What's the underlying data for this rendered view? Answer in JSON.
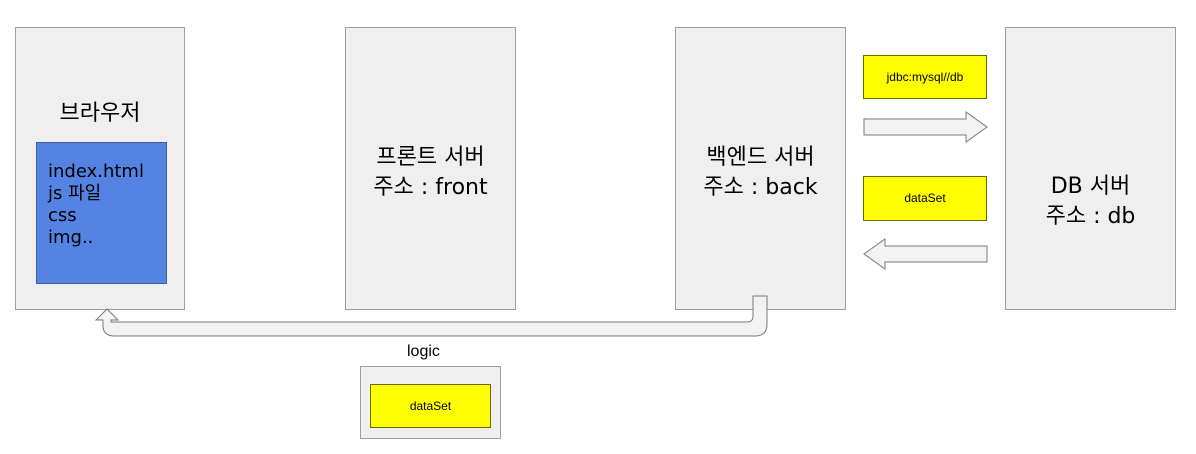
{
  "browser": {
    "title": "브라우저",
    "files": [
      "index.html",
      "js 파일",
      "css",
      "img.."
    ]
  },
  "front_server": {
    "line1": "프론트 서버",
    "line2": "주소 : front"
  },
  "back_server": {
    "line1": "백엔드 서버",
    "line2": "주소 : back"
  },
  "db_server": {
    "line1": "DB 서버",
    "line2": "주소 : db"
  },
  "request_label": "jdbc:mysql//db",
  "response_label": "dataSet",
  "logic": {
    "title": "logic",
    "inner_label": "dataSet"
  },
  "colors": {
    "box_fill": "#efefef",
    "file_box_fill": "#5583e3",
    "highlight_fill": "#ffff00",
    "arrow_fill": "#f3f3f3"
  },
  "icons": [
    "right-arrow-icon",
    "left-arrow-icon",
    "return-arrow-icon"
  ]
}
